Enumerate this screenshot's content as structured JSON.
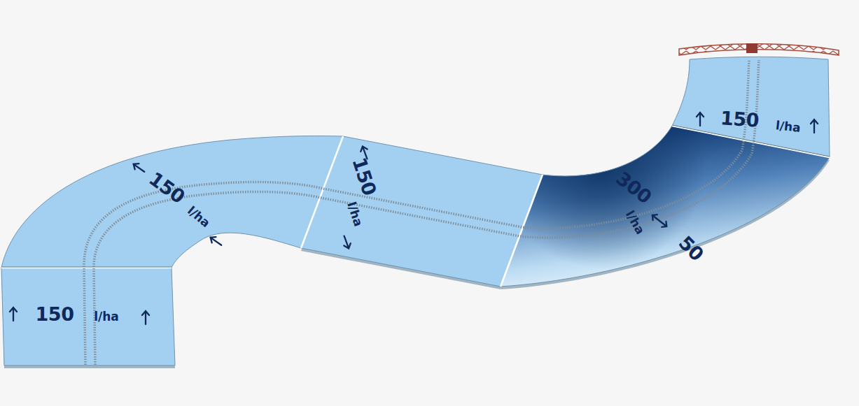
{
  "diagram": {
    "labels": [
      "150",
      "l/ha",
      "150",
      "l/ha",
      "150",
      "l/ha",
      "300",
      "l/ha",
      "50",
      "150",
      "l/ha"
    ]
  }
}
